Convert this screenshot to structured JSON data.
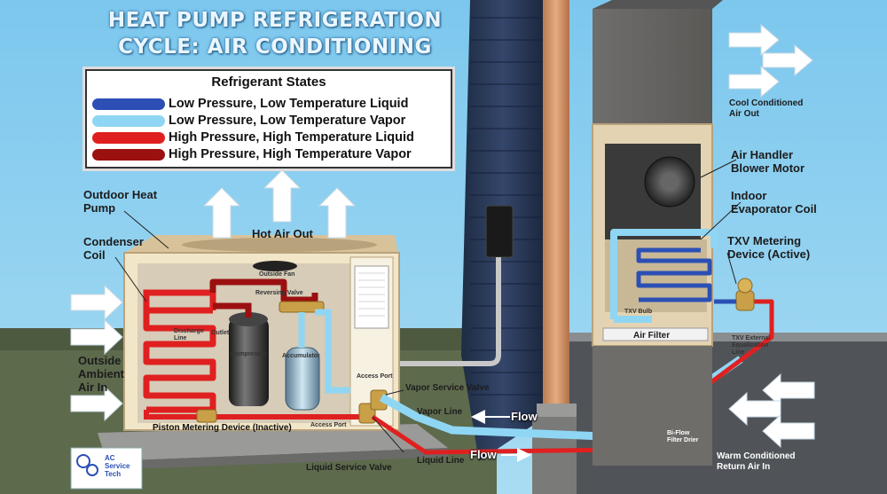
{
  "title_line1": "HEAT PUMP REFRIGERATION",
  "title_line2": "CYCLE: AIR CONDITIONING",
  "legend": {
    "title": "Refrigerant States",
    "items": [
      {
        "label": "Low Pressure, Low Temperature Liquid",
        "color": "#2b4fb4"
      },
      {
        "label": "Low Pressure, Low Temperature Vapor",
        "color": "#8fd6f4"
      },
      {
        "label": "High Pressure, High Temperature Liquid",
        "color": "#e02020"
      },
      {
        "label": "High Pressure, High Temperature Vapor",
        "color": "#9b1010"
      }
    ]
  },
  "labels": {
    "outdoor_heat_pump": "Outdoor Heat\nPump",
    "condenser_coil": "Condenser\nCoil",
    "hot_air_out": "Hot Air Out",
    "outside_ambient": "Outside\nAmbient\nAir In",
    "outside_fan": "Outside Fan",
    "reversing_valve": "Reversing Valve",
    "discharge_line": "Discharge\nLine",
    "outlet": "Outlet",
    "compressor": "Compressor",
    "accumulator": "Accumulator",
    "access_port_top": "Access Port",
    "access_port_bottom": "Access Port",
    "piston_metering": "Piston Metering Device (Inactive)",
    "vapor_service_valve": "Vapor Service Valve",
    "vapor_line": "Vapor Line",
    "liquid_service_valve": "Liquid Service Valve",
    "liquid_line": "Liquid Line",
    "flow_top": "Flow",
    "flow_bottom": "Flow",
    "cool_air_out": "Cool Conditioned\nAir Out",
    "blower_motor": "Air Handler\nBlower Motor",
    "evaporator_coil": "Indoor\nEvaporator Coil",
    "txv_metering": "TXV Metering\nDevice (Active)",
    "txv_bulb": "TXV Bulb",
    "txv_external": "TXV External\nEqualization\nLine",
    "air_filter": "Air Filter",
    "bi_flow": "Bi-Flow\nFilter Drier",
    "warm_return": "Warm Conditioned\nReturn Air In",
    "logo": "AC\nService\nTech"
  },
  "colors": {
    "sky": "#8fd0f0",
    "wall": "#2a3a5a",
    "ground": "#5d6a4c",
    "floor": "#555a5e",
    "cabinet": "#e8d7b0",
    "liquid_low": "#2b4fb4",
    "vapor_low": "#8fd6f4",
    "liquid_high": "#e02020",
    "vapor_high": "#9b1010"
  }
}
